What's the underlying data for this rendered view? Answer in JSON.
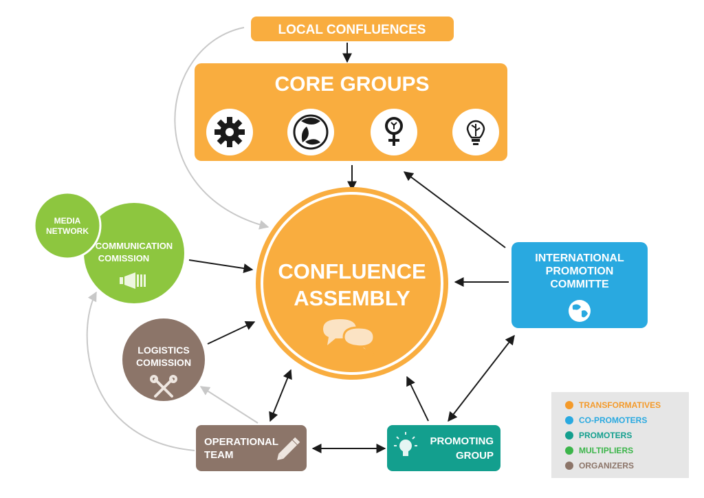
{
  "nodes": {
    "local_confluences": "LOCAL CONFLUENCES",
    "core_groups": "CORE GROUPS",
    "confluence_assembly": [
      "CONFLUENCE",
      "ASSEMBLY"
    ],
    "media_network": [
      "MEDIA",
      "NETWORK"
    ],
    "communication_comission": [
      "COMMUNICATION",
      "COMISSION"
    ],
    "logistics_comission": [
      "LOGISTICS",
      "COMISSION"
    ],
    "operational_team": [
      "OPERATIONAL",
      "TEAM"
    ],
    "promoting_group": [
      "PROMOTING",
      "GROUP"
    ],
    "international_promotion_committe": [
      "INTERNATIONAL",
      "PROMOTION",
      "COMMITTE"
    ]
  },
  "core_group_icons": [
    "gear-icon",
    "leaves-cycle-icon",
    "female-symbol-icon",
    "lightbulb-sprout-icon"
  ],
  "legend": [
    {
      "label": "TRANSFORMATIVES",
      "color": "#f49a2a"
    },
    {
      "label": "CO-PROMOTERS",
      "color": "#29a9e0"
    },
    {
      "label": "PROMOTERS",
      "color": "#139f8e"
    },
    {
      "label": "MULTIPLIERS",
      "color": "#3cb54a"
    },
    {
      "label": "ORGANIZERS",
      "color": "#8c7569"
    }
  ],
  "colors": {
    "orange": "#f9ad3f",
    "green": "#8dc63f",
    "brown": "#8c7569",
    "teal": "#139f8e",
    "blue": "#29a9e0",
    "legend_bg": "#e6e6e6",
    "arrow": "#1a1a1a",
    "arrow_light": "#c8c8c8"
  }
}
